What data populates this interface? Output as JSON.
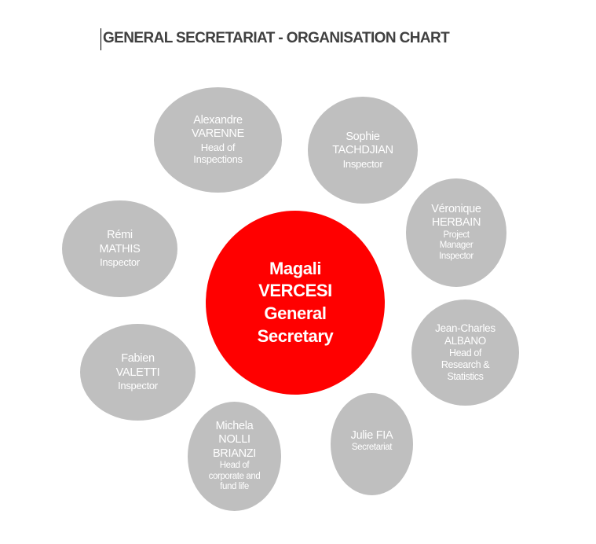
{
  "title": "GENERAL SECRETARIAT - ORGANISATION CHART",
  "colors": {
    "center": "#ff0000",
    "member": "#bfbfbf",
    "text": "#ffffff",
    "title": "#404040"
  },
  "center": {
    "first": "Magali",
    "last": "VERCESI",
    "role1": "General",
    "role2": "Secretary"
  },
  "members": [
    {
      "first": "Alexandre",
      "last": "VARENNE",
      "role": [
        "Head of",
        "Inspections"
      ]
    },
    {
      "first": "Sophie",
      "last": "TACHDJIAN",
      "role": [
        "Inspector"
      ]
    },
    {
      "first": "Véronique",
      "last": "HERBAIN",
      "role": [
        "Project",
        "Manager",
        "Inspector"
      ]
    },
    {
      "first": "Rémi",
      "last": "MATHIS",
      "role": [
        "Inspector"
      ]
    },
    {
      "first": "Jean-Charles",
      "last": "ALBANO",
      "role": [
        "Head of",
        "Research &",
        "Statistics"
      ]
    },
    {
      "first": "Fabien",
      "last": "VALETTI",
      "role": [
        "Inspector"
      ]
    },
    {
      "first": "Michela",
      "last": "NOLLI",
      "last2": "BRIANZI",
      "role": [
        "Head of",
        "corporate and",
        "fund life"
      ]
    },
    {
      "first": "Julie FIA",
      "role": [
        "Secretariat"
      ]
    }
  ]
}
